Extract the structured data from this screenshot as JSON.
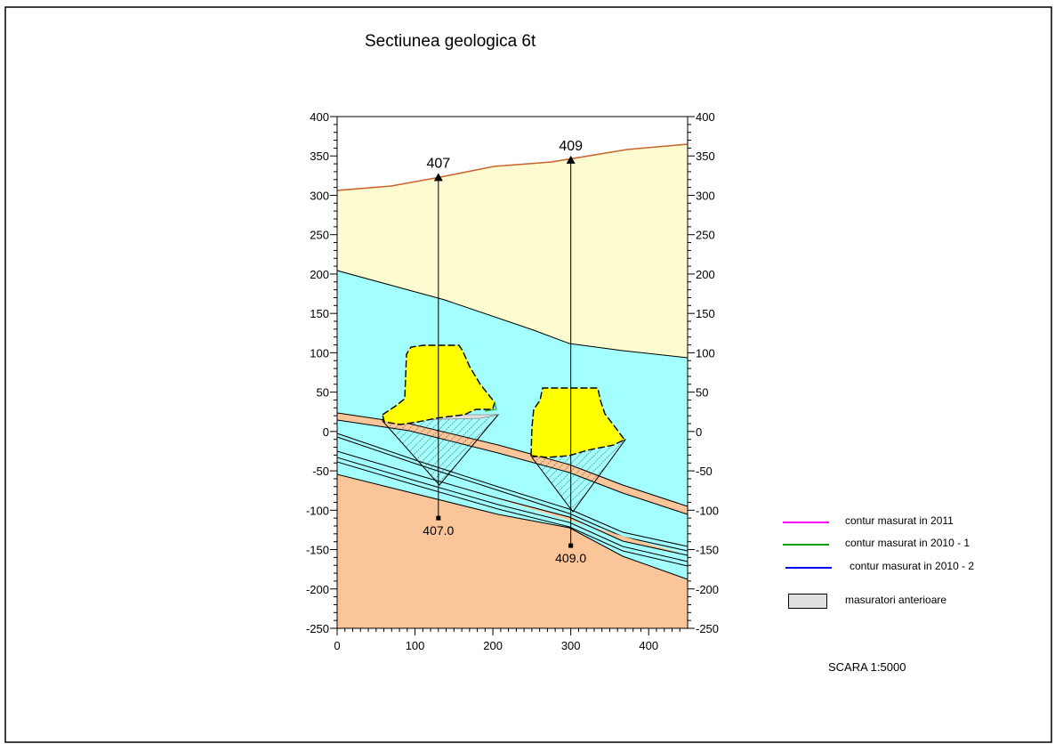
{
  "title": "Sectiunea geologica 6t",
  "scale_label": "SCARA 1:5000",
  "axes": {
    "y_ticks": [
      "400",
      "350",
      "300",
      "250",
      "200",
      "150",
      "100",
      "50",
      "0",
      "-50",
      "-100",
      "-150",
      "-200",
      "-250"
    ],
    "x_ticks": [
      "0",
      "100",
      "200",
      "300",
      "400"
    ],
    "x_range": [
      0,
      450
    ],
    "y_range": [
      -250,
      400
    ]
  },
  "boreholes": [
    {
      "id": "407",
      "x": 130,
      "top": 325,
      "bottom": -110,
      "depth_label": "407.0"
    },
    {
      "id": "409",
      "x": 300,
      "top": 347,
      "bottom": -145,
      "depth_label": "409.0"
    }
  ],
  "legend": [
    {
      "label": "contur masurat in 2011",
      "color": "#ff00ff",
      "type": "line"
    },
    {
      "label": "contur masurat in 2010 - 1",
      "color": "#00a000",
      "type": "line"
    },
    {
      "label": "contur masurat in 2010 - 2",
      "color": "#0000ff",
      "type": "line"
    },
    {
      "label": "masuratori anterioare",
      "color": "#e0e0e0",
      "type": "box"
    }
  ],
  "colors": {
    "cover": "#fdfbd0",
    "cyan_layer": "#a3fefe",
    "bedrock": "#fbc59a",
    "orebody": "#ffff00",
    "topo_line": "#c8642d"
  }
}
